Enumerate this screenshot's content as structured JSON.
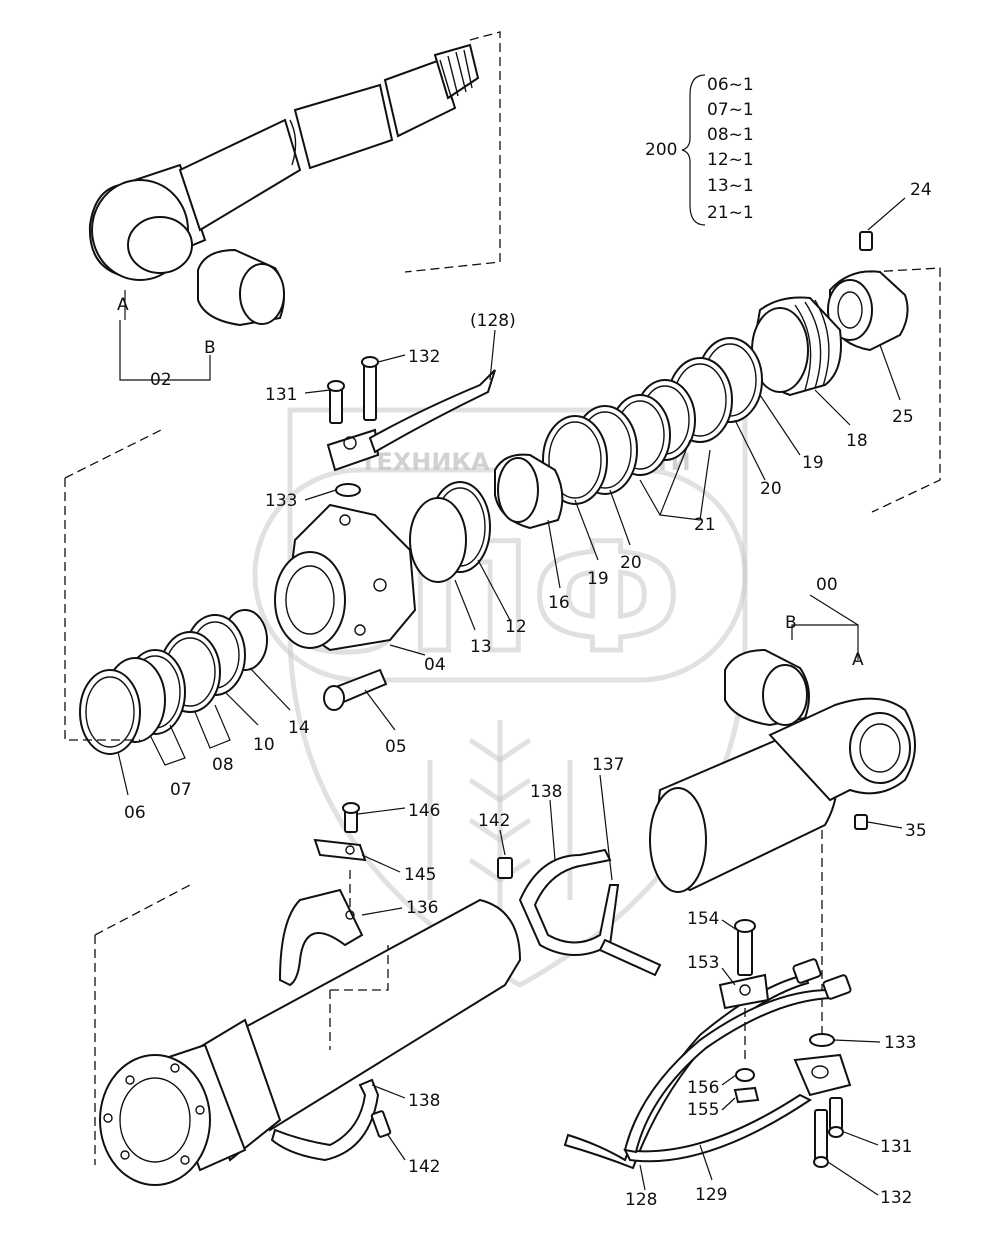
{
  "kit": {
    "number": "200",
    "items": [
      "06~1",
      "07~1",
      "08~1",
      "12~1",
      "13~1",
      "21~1"
    ]
  },
  "watermark": {
    "brand_text": "ТЕХНИКА",
    "brand_text_2": "ЗАПЧАСТИ",
    "letters": "ЗПФ"
  },
  "labels": {
    "p02": "02",
    "p02a": "A",
    "p02b": "B",
    "p00": "00",
    "p00a": "A",
    "p00b": "B",
    "p04": "04",
    "p05": "05",
    "p06": "06",
    "p07": "07",
    "p08": "08",
    "p10": "10",
    "p12": "12",
    "p13": "13",
    "p14": "14",
    "p16": "16",
    "p18": "18",
    "p19a": "19",
    "p19b": "19",
    "p20a": "20",
    "p20b": "20",
    "p21": "21",
    "p24": "24",
    "p25": "25",
    "p35": "35",
    "p128ref": "(128)",
    "p128": "128",
    "p129": "129",
    "p131a": "131",
    "p131b": "131",
    "p132a": "132",
    "p132b": "132",
    "p133a": "133",
    "p133b": "133",
    "p136": "136",
    "p137": "137",
    "p138a": "138",
    "p138b": "138",
    "p142a": "142",
    "p142b": "142",
    "p145": "145",
    "p146": "146",
    "p153": "153",
    "p154": "154",
    "p155": "155",
    "p156": "156"
  }
}
